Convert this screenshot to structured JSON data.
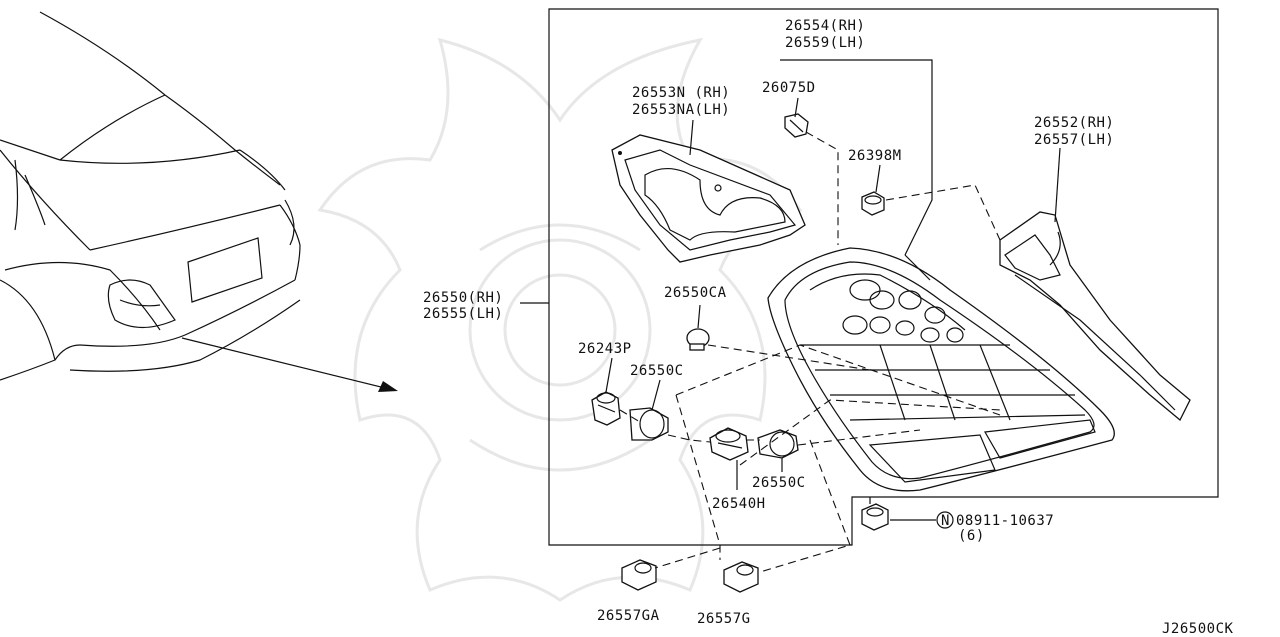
{
  "diagram": {
    "code": "J26500CK",
    "callouts": {
      "p26554": "26554(RH)",
      "p26559": "26559(LH)",
      "p26553n": "26553N (RH)",
      "p26553na": "26553NA(LH)",
      "p26075d": "26075D",
      "p26398m": "26398M",
      "p26552": "26552(RH)",
      "p26557": "26557(LH)",
      "p26550": "26550(RH)",
      "p26555": "26555(LH)",
      "p26550ca": "26550CA",
      "p26243p": "26243P",
      "p26550c_a": "26550C",
      "p26550c_b": "26550C",
      "p26540h": "26540H",
      "p08911": "08911-10637",
      "p08911_qty": "(6)",
      "p08911_sym": "N",
      "p26557ga": "26557GA",
      "p26557g": "26557G"
    }
  }
}
